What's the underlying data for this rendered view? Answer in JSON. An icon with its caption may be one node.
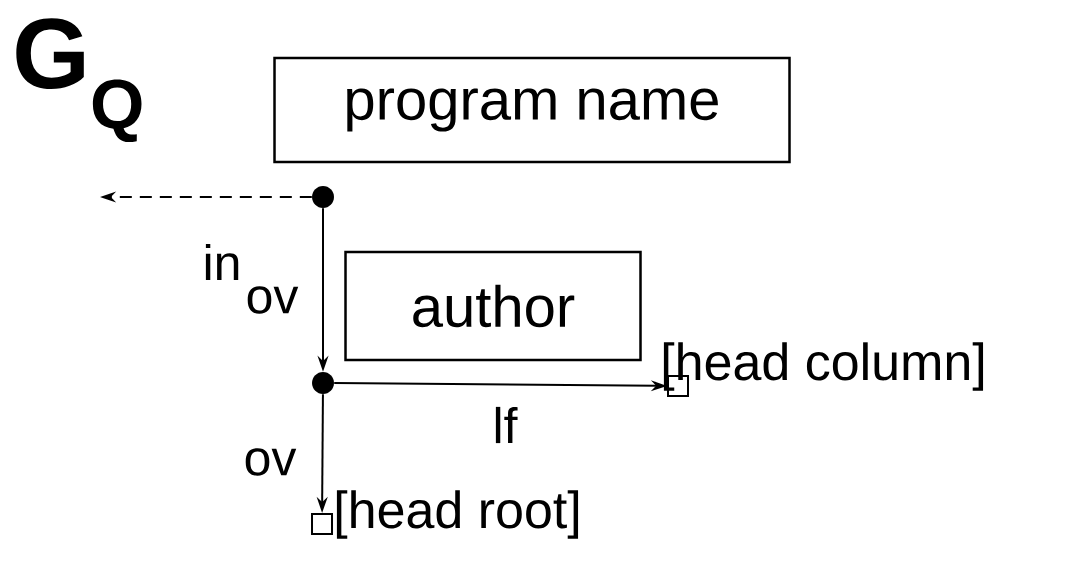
{
  "diagram": {
    "title": "G$_{Q}$",
    "nodes": [
      {
        "text": [
          "program name"
        ]
      },
      {
        "text": [],
        "shape": "circle"
      },
      {
        "text": [
          "author"
        ]
      },
      {
        "text": [],
        "shape": "circle"
      },
      {
        "text": [],
        "shape": "box",
        "beside": [
          "[head column]"
        ]
      },
      {
        "text": [],
        "shape": "box",
        "beside": [
          "[head root]"
        ]
      }
    ],
    "edges": [
      {
        "from": 1,
        "to": null,
        "arrow": "to",
        "style": "dashed",
        "label": "in"
      },
      {
        "from": 1,
        "to": 3,
        "arrow": "to",
        "label": "ov"
      },
      {
        "from": 3,
        "to": 4,
        "arrow": "to",
        "label": "lf"
      },
      {
        "from": 3,
        "to": 5,
        "arrow": "to",
        "label": "ov"
      }
    ]
  }
}
